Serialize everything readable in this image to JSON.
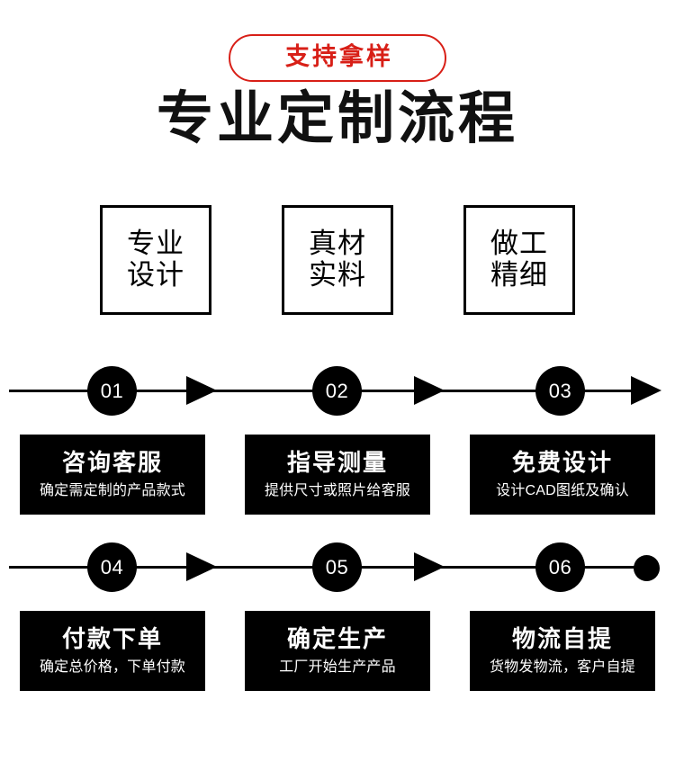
{
  "badge": {
    "label": "支持拿样",
    "border_color": "#d81f17",
    "text_color": "#d81f17"
  },
  "title": "专业定制流程",
  "features": [
    {
      "line1": "专业",
      "line2": "设计"
    },
    {
      "line1": "真材",
      "line2": "实料"
    },
    {
      "line1": "做工",
      "line2": "精细"
    }
  ],
  "flow": {
    "rows": [
      {
        "nodes": [
          "01",
          "02",
          "03"
        ],
        "end_marker": "arrow",
        "cards": [
          {
            "title": "咨询客服",
            "sub": "确定需定制的产品款式"
          },
          {
            "title": "指导测量",
            "sub": "提供尺寸或照片给客服"
          },
          {
            "title": "免费设计",
            "sub": "设计CAD图纸及确认"
          }
        ]
      },
      {
        "nodes": [
          "04",
          "05",
          "06"
        ],
        "end_marker": "dot",
        "cards": [
          {
            "title": "付款下单",
            "sub": "确定总价格，下单付款"
          },
          {
            "title": "确定生产",
            "sub": "工厂开始生产产品"
          },
          {
            "title": "物流自提",
            "sub": "货物发物流，客户自提"
          }
        ]
      }
    ]
  },
  "colors": {
    "accent_red": "#d81f17",
    "ink": "#000000",
    "paper": "#ffffff"
  }
}
